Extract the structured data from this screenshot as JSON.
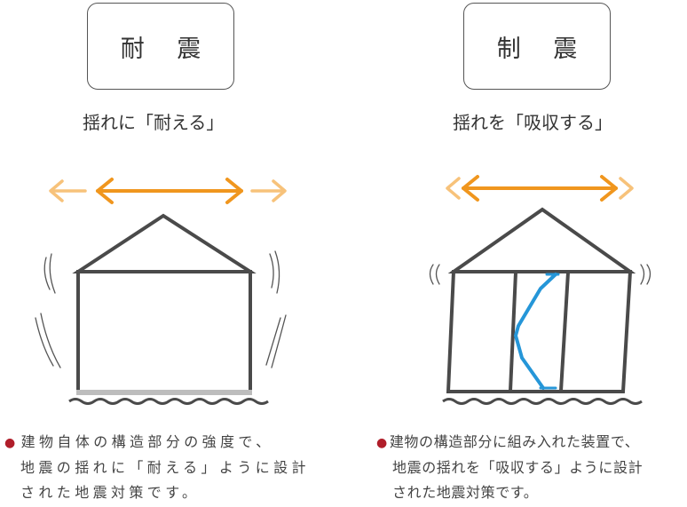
{
  "left": {
    "title": "耐 震",
    "subtitle": "揺れに「耐える」",
    "description": [
      "建物自体の構造部分の強度で、",
      "地震の揺れに「耐える」ように設計",
      "された地震対策です。"
    ]
  },
  "right": {
    "title": "制 震",
    "subtitle": "揺れを「吸収する」",
    "description": [
      "建物の構造部分に組み入れた装置で、",
      "地震の揺れを「吸収する」ように設計",
      "された地震対策です。"
    ]
  },
  "colors": {
    "arrow_orange": "#f0961e",
    "arrow_light": "#f7c27a",
    "house_stroke": "#4a4a4a",
    "damper_blue": "#2596d8",
    "bullet_red": "#b01e2a"
  }
}
